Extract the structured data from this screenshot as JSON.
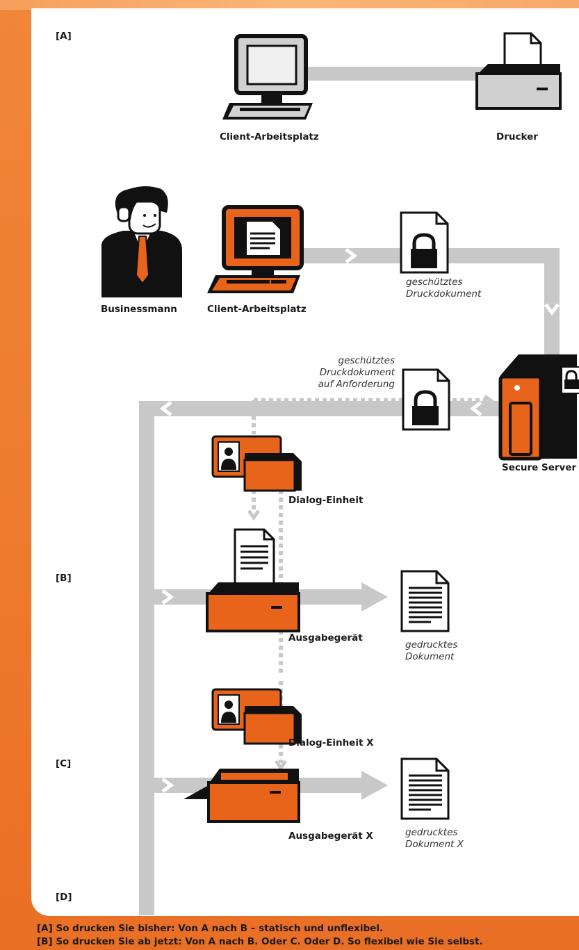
{
  "colors": {
    "accent": "#e8641a",
    "line": "#c8c8c8",
    "dark": "#1a1a1a"
  },
  "sections": [
    "[A]",
    "[B]",
    "[C]",
    "[D]"
  ],
  "labels": {
    "client_a": "Client-Arbeitsplatz",
    "printer_a": "Drucker",
    "businessman": "Businessmann",
    "client_b": "Client-Arbeitsplatz",
    "server": "Secure Server",
    "dialog": "Dialog-Einheit",
    "output": "Ausgabegerät",
    "dialog_x": "Dialog-Einheit X",
    "output_x": "Ausgabegerät X"
  },
  "doc_labels": {
    "protected_1": [
      "geschütztes",
      "Druckdokument"
    ],
    "protected_2": [
      "geschütztes",
      "Druckdokument",
      "auf Anforderung"
    ],
    "printed": [
      "gedrucktes",
      "Dokument"
    ],
    "printed_x": [
      "gedrucktes",
      "Dokument X"
    ]
  },
  "id_text": "ID",
  "footer": [
    "[A] So drucken Sie bisher: Von A nach B – statisch und unflexibel.",
    "[B] So drucken Sie ab jetzt: Von A nach B. Oder C. Oder D. So flexibel wie Sie selbst."
  ],
  "icons": [
    "computer-icon",
    "printer-icon",
    "businessman-icon",
    "document-lock-icon",
    "server-icon",
    "id-card-icon",
    "document-icon"
  ]
}
